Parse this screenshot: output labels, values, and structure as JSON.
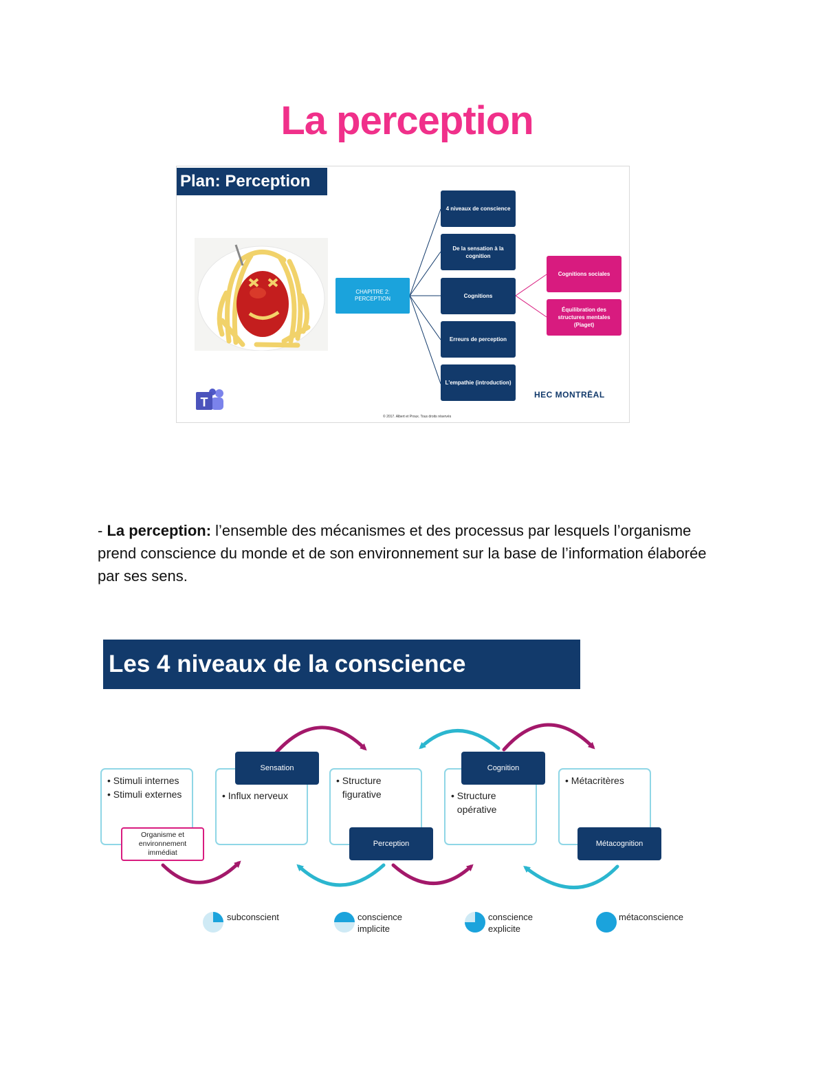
{
  "page": {
    "title": "La perception"
  },
  "slide1": {
    "title": "Plan: Perception",
    "center_label": "CHAPITRE 2:\nPERCEPTION",
    "branches": [
      "4 niveaux de conscience",
      "De la sensation à la cognition",
      "Cognitions",
      "Erreurs de perception",
      "L'empathie (introduction)"
    ],
    "sub_branches": [
      "Cognitions sociales",
      "Équilibration des structures mentales (Piaget)"
    ],
    "logo": "HEC MONTRĒAL",
    "copyright": "© 2017. Albert et Proux. Tous droits réservés",
    "teams_letter": "T",
    "colors": {
      "navy": "#123a6b",
      "cyan": "#1ba3dc",
      "magenta": "#d81b7f"
    }
  },
  "definition": {
    "prefix": "- ",
    "term": "La perception:",
    "text": " l’ensemble des mécanismes et des processus par lesquels l’organisme prend conscience du monde et de son environnement sur la base de l’information élaborée par ses sens."
  },
  "slide2": {
    "title": "Les 4 niveaux de la conscience",
    "boxes": [
      {
        "items": [
          "Stimuli internes",
          "Stimuli externes"
        ]
      },
      {
        "items": [
          "Influx nerveux"
        ]
      },
      {
        "items": [
          "Structure figurative"
        ]
      },
      {
        "items": [
          "Structure opérative"
        ]
      },
      {
        "items": [
          "Métacritères"
        ]
      }
    ],
    "organism_label": "Organisme et environnement immédiat",
    "dark_labels": [
      "Sensation",
      "Cognition",
      "Perception",
      "Métacognition"
    ],
    "legend": [
      "subconscient",
      "conscience implicite",
      "conscience explicite",
      "métaconscience"
    ],
    "colors": {
      "navy": "#123a6b",
      "light_blue": "#8fd6e6",
      "arrow_magenta": "#a3186a",
      "arrow_cyan": "#2bb6cf"
    }
  }
}
